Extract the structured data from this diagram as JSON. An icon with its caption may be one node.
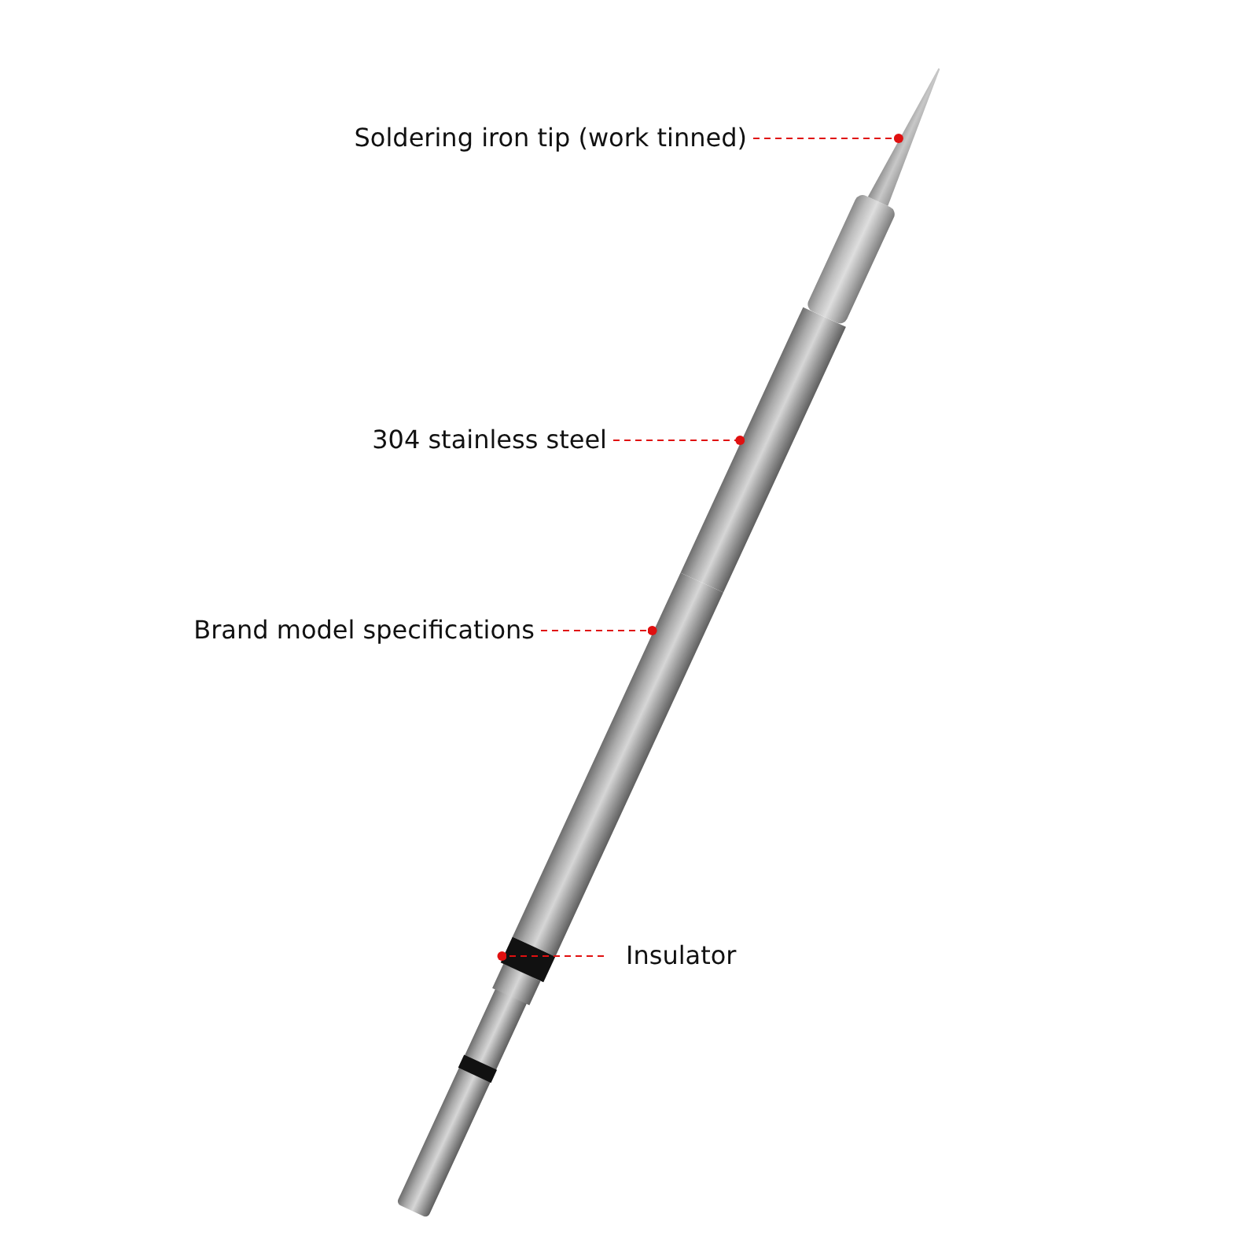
{
  "diagram": {
    "nodes": [
      {
        "text": [
          "Soldering iron tip (work tinned)"
        ]
      },
      {
        "text": [
          "304 stainless steel"
        ]
      },
      {
        "text": [
          "Brand model specifications"
        ]
      },
      {
        "text": [
          "Insulator"
        ]
      },
      {
        "text": [],
        "shape": "picture"
      },
      {
        "text": [],
        "shape": "picture"
      },
      {
        "text": [],
        "shape": "picture"
      },
      {
        "text": [],
        "shape": "picture"
      }
    ],
    "edges": [
      {
        "from": 0,
        "to": 4,
        "arrow": "other",
        "style": "dashed"
      },
      {
        "from": 1,
        "to": 5,
        "arrow": "other",
        "style": "dashed"
      },
      {
        "from": 2,
        "to": 6,
        "arrow": "other",
        "style": "dashed"
      },
      {
        "from": 3,
        "to": 7,
        "arrow": "other",
        "style": "dashed"
      }
    ]
  }
}
